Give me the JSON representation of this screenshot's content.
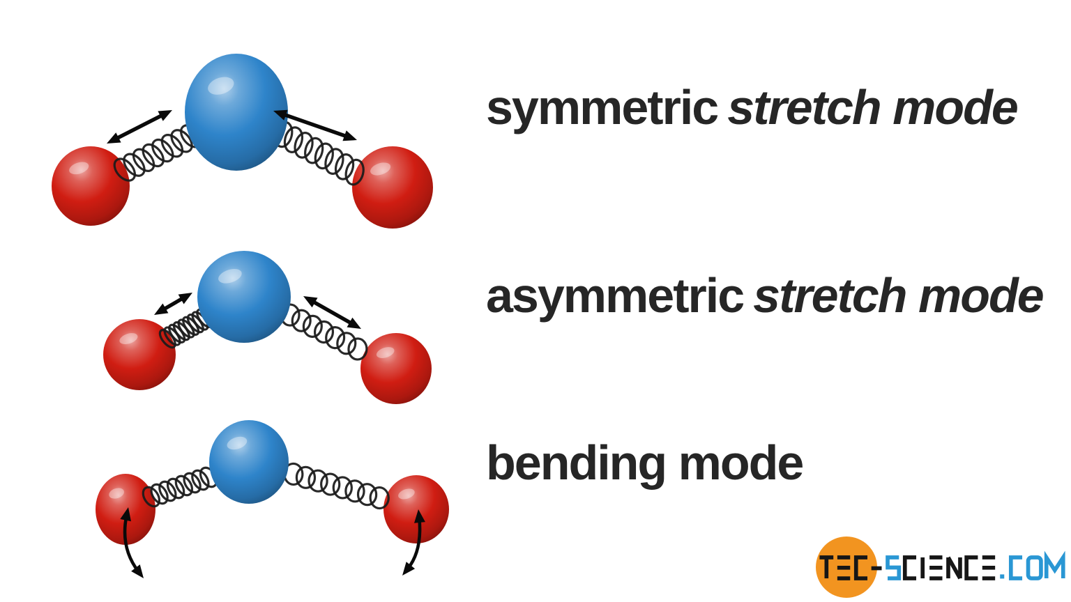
{
  "figure": {
    "background_color": "#ffffff",
    "description": "Vibration modes of a triatomic molecule shown as ball-and-spring models"
  },
  "labels": [
    {
      "text": "symmetric",
      "italic_text": "stretch mode"
    },
    {
      "text": "asymmetric",
      "italic_text": "stretch mode"
    },
    {
      "text": "bending mode",
      "italic_text": ""
    }
  ],
  "colors": {
    "central_atom": "#2e84ca",
    "outer_atom": "#d01d12",
    "spring": "#1c1c1c",
    "arrow": "#0a0a0a",
    "label_text": "#262626"
  },
  "molecules": [
    {
      "mode": "symmetric stretch",
      "central_atom": "blue",
      "outer_atoms": [
        "red",
        "red"
      ],
      "left_spring": "normal",
      "right_spring": "normal",
      "motion_arrows": [
        "double-headed along left bond",
        "double-headed along right bond"
      ]
    },
    {
      "mode": "asymmetric stretch",
      "central_atom": "blue",
      "outer_atoms": [
        "red",
        "red"
      ],
      "left_spring": "compressed",
      "right_spring": "stretched",
      "motion_arrows": [
        "double-headed along left bond",
        "double-headed along right bond"
      ]
    },
    {
      "mode": "bending",
      "central_atom": "blue",
      "outer_atoms": [
        "red",
        "red"
      ],
      "left_spring": "normal",
      "right_spring": "normal",
      "motion_arrows": [
        "curved double-headed at left atom",
        "curved double-headed at right atom"
      ]
    }
  ],
  "logo": {
    "full_text": "tec-science.com",
    "segments": [
      {
        "text": "TEC-",
        "color": "#161616"
      },
      {
        "text": "S",
        "color": "#2a97d4"
      },
      {
        "text": "CIENCE",
        "color": "#161616"
      },
      {
        "text": ".COM",
        "color": "#2a97d4"
      }
    ],
    "badge_color": "#f29420"
  }
}
